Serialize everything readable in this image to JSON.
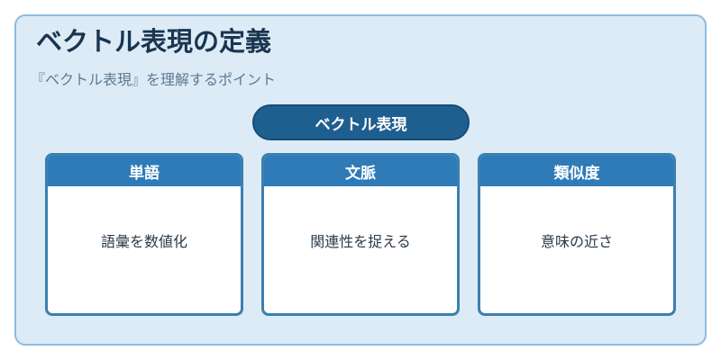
{
  "title": "ベクトル表現の定義",
  "subtitle": "『ベクトル表現』を理解するポイント",
  "center_node": "ベクトル表現",
  "cards": [
    {
      "header": "単語",
      "body": "語彙を数値化"
    },
    {
      "header": "文脈",
      "body": "関連性を捉える"
    },
    {
      "header": "類似度",
      "body": "意味の近さ"
    }
  ],
  "colors": {
    "panel_bg": "#dcebf6",
    "panel_border": "#8dbbdf",
    "title_text": "#1a3550",
    "pill_bg": "#1f5f90",
    "card_header_bg": "#2e7bb7",
    "card_border": "#3b7fb1"
  }
}
